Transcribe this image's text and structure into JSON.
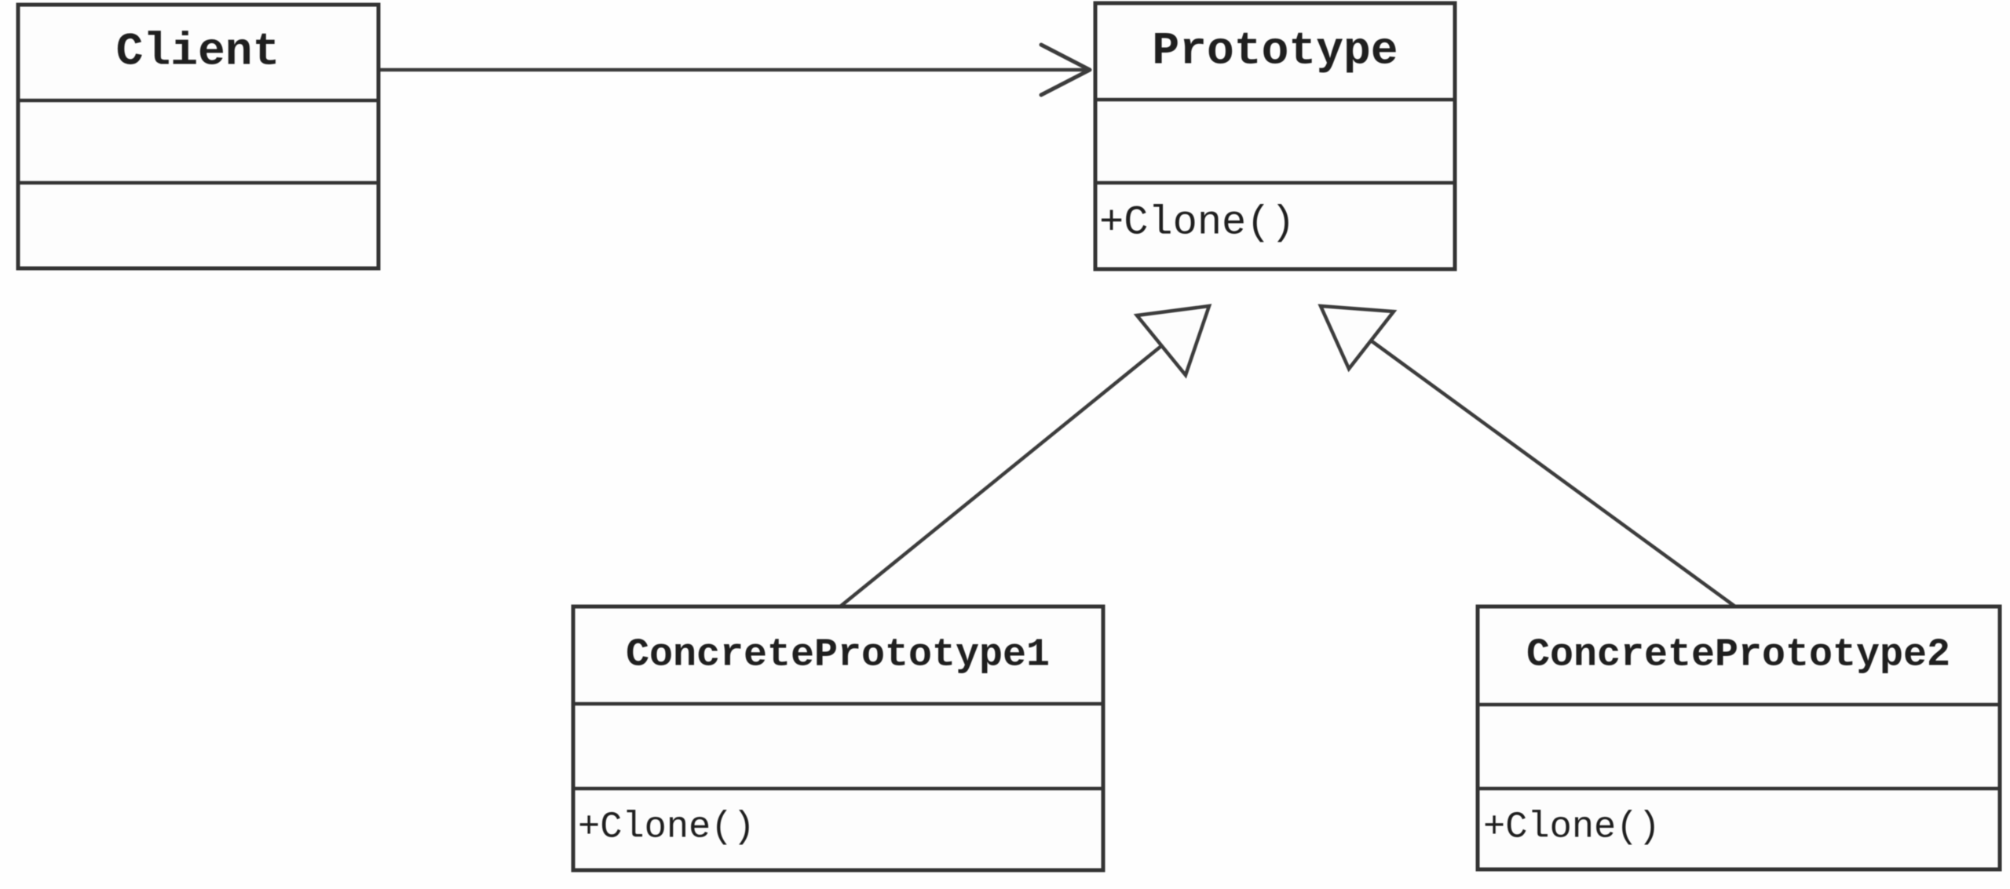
{
  "diagram": {
    "kind": "uml-class-diagram",
    "pattern_name": "Prototype",
    "colors": {
      "background": "#fefefe",
      "box_fill": "#fdfdfd",
      "box_border": "#333333",
      "line": "#3c3c3c",
      "text": "#1f1f1f"
    },
    "classes": [
      {
        "id": "client",
        "name": "Client",
        "attributes_text": "",
        "methods_text": ""
      },
      {
        "id": "prototype",
        "name": "Prototype",
        "attributes_text": "",
        "methods_text": "+Clone()"
      },
      {
        "id": "concrete-prototype-1",
        "name": "ConcretePrototype1",
        "attributes_text": "",
        "methods_text": "+Clone()"
      },
      {
        "id": "concrete-prototype-2",
        "name": "ConcretePrototype2",
        "attributes_text": "",
        "methods_text": "+Clone()"
      }
    ],
    "relationships": [
      {
        "from": "Client",
        "to": "Prototype",
        "type": "association",
        "arrowhead": "open"
      },
      {
        "from": "ConcretePrototype1",
        "to": "Prototype",
        "type": "generalization",
        "arrowhead": "hollow-triangle"
      },
      {
        "from": "ConcretePrototype2",
        "to": "Prototype",
        "type": "generalization",
        "arrowhead": "hollow-triangle"
      }
    ]
  }
}
